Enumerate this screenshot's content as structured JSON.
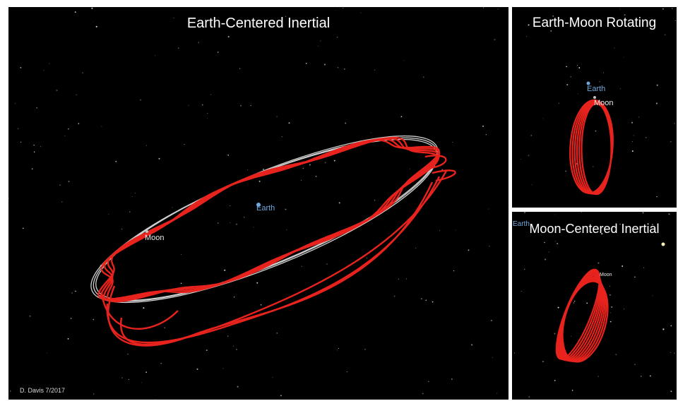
{
  "panels": {
    "eci": {
      "title": "Earth-Centered Inertial",
      "labels": {
        "earth": "Earth",
        "moon": "Moon"
      },
      "credit": "D. Davis  7/2017"
    },
    "emr": {
      "title": "Earth-Moon Rotating",
      "labels": {
        "earth": "Earth",
        "moon": "Moon"
      }
    },
    "mci": {
      "title": "Moon-Centered Inertial",
      "labels": {
        "earth": "Earth",
        "moon": "Moon"
      }
    }
  },
  "colors": {
    "trajectory": "#e8231d",
    "moon_orbit": "#d0d0d0",
    "earth_label": "#6fa8dc",
    "moon_label": "#e8e8e8",
    "background": "#000000",
    "frame": "#ffffff"
  }
}
